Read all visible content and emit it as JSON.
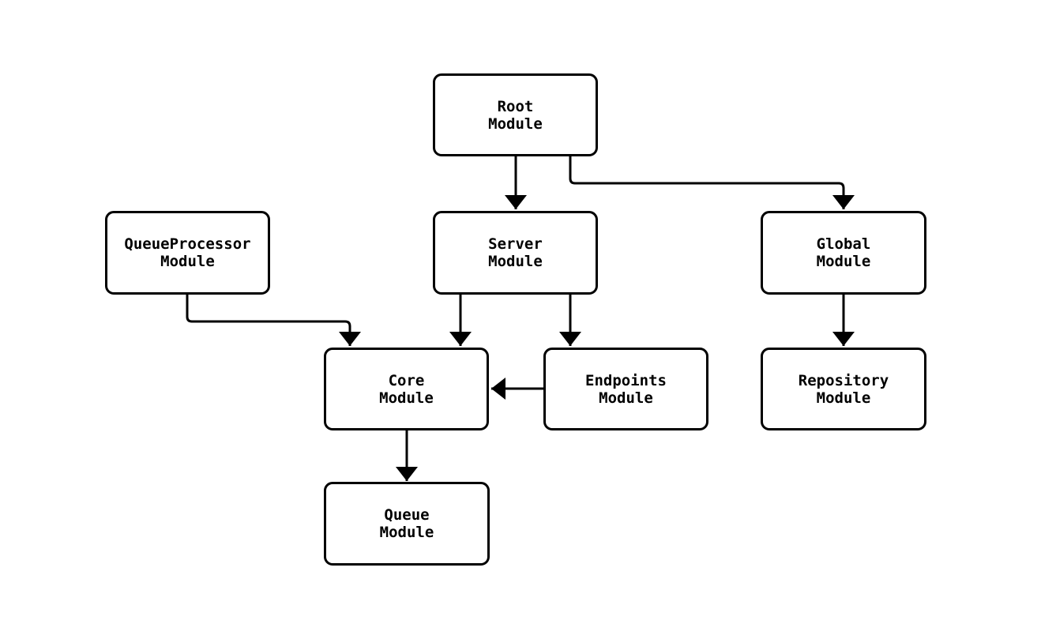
{
  "diagram": {
    "background_color": "#ffffff",
    "stroke_color": "#000000",
    "node_fill_color": "#ffffff",
    "nodes": [
      {
        "id": "root",
        "label": "Root\nModule"
      },
      {
        "id": "queueprocessor",
        "label": "QueueProcessor\nModule"
      },
      {
        "id": "server",
        "label": "Server\nModule"
      },
      {
        "id": "global",
        "label": "Global\nModule"
      },
      {
        "id": "core",
        "label": "Core\nModule"
      },
      {
        "id": "endpoints",
        "label": "Endpoints\nModule"
      },
      {
        "id": "repository",
        "label": "Repository\nModule"
      },
      {
        "id": "queue",
        "label": "Queue\nModule"
      }
    ],
    "edges": [
      {
        "from": "root",
        "to": "server"
      },
      {
        "from": "root",
        "to": "global"
      },
      {
        "from": "queueprocessor",
        "to": "core"
      },
      {
        "from": "server",
        "to": "core"
      },
      {
        "from": "server",
        "to": "endpoints"
      },
      {
        "from": "endpoints",
        "to": "core"
      },
      {
        "from": "global",
        "to": "repository"
      },
      {
        "from": "core",
        "to": "queue"
      }
    ]
  }
}
